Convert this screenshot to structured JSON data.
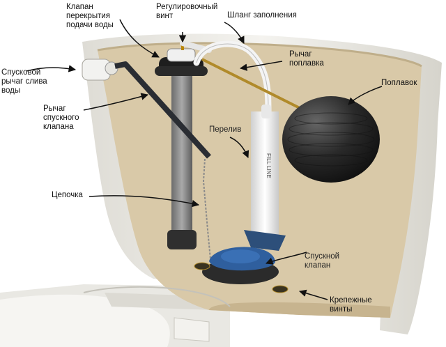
{
  "labels": {
    "valve_shutoff": "Клапан\nперекрытия\nподачи воды",
    "adjust_screw": "Регулировочный\nвинт",
    "fill_hose": "Шланг заполнения",
    "float_lever": "Рычаг\nпоплавка",
    "float": "Поплавок",
    "flush_lever": "Спусковой\nрычаг слива\nводы",
    "trip_lever": "Рычаг\nспускного\nклапана",
    "overflow": "Перелив",
    "chain": "Цепочка",
    "flush_valve": "Спускной\nклапан",
    "mount_screws": "Крепежные\nвинты"
  },
  "overflow_tube_text": "FILL LINE",
  "colors": {
    "tank_inner": "#d9c9a8",
    "tank_wall": "#ecebe6",
    "flapper": "#2f5f9e",
    "float_ball": "#2a2a2a",
    "arrow": "#111111"
  }
}
